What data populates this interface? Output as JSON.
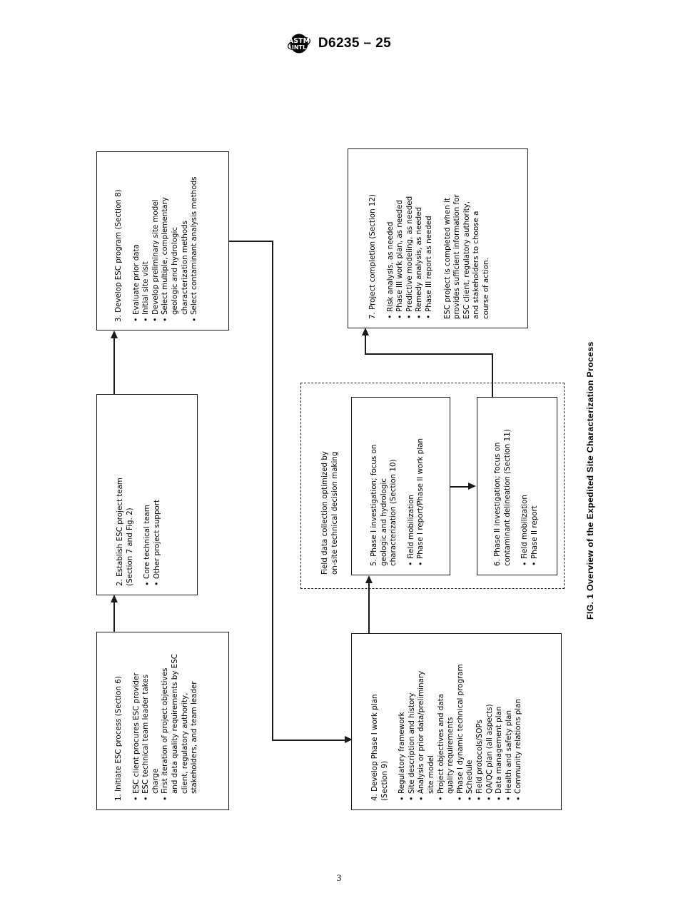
{
  "header": {
    "logo_icon": "astm-logo-icon",
    "doc_id": "D6235 – 25"
  },
  "page_number": "3",
  "figure": {
    "caption": "FIG. 1 Overview of the Expedited Site Characterization Process",
    "group_note": "Field data collection optimized by\non-site technical decision making",
    "boxes": [
      {
        "id": "box1",
        "title": "1. Initiate ESC process (Section 6)",
        "bullets": [
          "ESC client procures ESC provider",
          "ESC technical team leader takes\ncharge",
          "First iteration of project objectives\nand data quality requirements by ESC\nclient, regulatory authority,\nstakeholders, and team leader"
        ]
      },
      {
        "id": "box2",
        "title": "2. Establish ESC project team\n(Section 7 and Fig. 2)",
        "bullets": [
          "Core technical team",
          "Other project support"
        ]
      },
      {
        "id": "box3",
        "title": "3. Develop ESC program (Section 8)",
        "bullets": [
          "Evaluate prior data",
          "Initial site visit",
          "Develop preliminary site model",
          "Select multiple, complementary\ngeologic and hydrologic\ncharacterization methods",
          "Select contaminant analysis methods"
        ]
      },
      {
        "id": "box4",
        "title": "4. Develop Phase I work plan\n(Section 9)",
        "bullets": [
          "Regulatory framework",
          "Site description and history",
          "Analysis or prior data/preliminary\nsite model",
          "Project objectives and data\nquality requirements",
          "Phase I dynamic technical program",
          "Schedule",
          "Field protocols/SOPs",
          "QA/QC plan (all aspects)",
          "Data management plan",
          "Health and safety plan",
          "Community relations plan"
        ]
      },
      {
        "id": "box5",
        "title": "5. Phase I investigation; focus on\ngeologic and hydrologic\ncharacterization (Section 10)",
        "bullets": [
          "Field mobilization",
          "Phase I report/Phase II work plan"
        ]
      },
      {
        "id": "box6",
        "title": "6. Phase II investigation; focus on\ncontaminant delineation (Section 11)",
        "bullets": [
          "Field mobilization",
          "Phase II report"
        ]
      },
      {
        "id": "box7",
        "title": "7. Project completion (Section 12)",
        "bullets": [
          "Risk analysis, as needed",
          "Phase III work plan, as needed",
          "Predictive modeling, as needed",
          "Remedy analysis, as needed",
          "Phase III report as needed"
        ],
        "paragraph": "ESC project is completed when it\nprovides sufficient information for\nESC client, regulatory authority,\nand stakeholders to choose a\ncourse of action."
      }
    ]
  }
}
